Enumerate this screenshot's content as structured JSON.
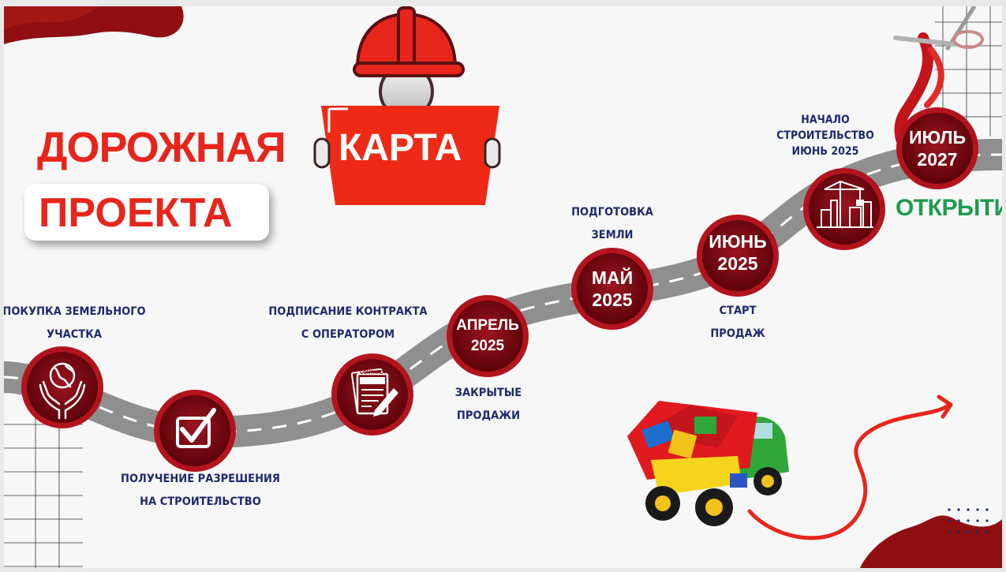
{
  "title": {
    "line1": "ДОРОЖНАЯ",
    "highlight": "КАРТА",
    "line2": "ПРОЕКТА"
  },
  "milestones": {
    "land": {
      "label": [
        "ПОКУПКА ЗЕМЕЛЬНОГО",
        "УЧАСТКА"
      ]
    },
    "permit": {
      "label": [
        "ПОЛУЧЕНИЕ РАЗРЕШЕНИЯ",
        "НА СТРОИТЕЛЬСТВО"
      ]
    },
    "contract": {
      "label": [
        "ПОДПИСАНИЕ КОНТРАКТА",
        "С ОПЕРАТОРОМ"
      ],
      "doc_text": "CONTRACT"
    },
    "closed_sales": {
      "date": [
        "АПРЕЛЬ",
        "2025"
      ],
      "label": [
        "ЗАКРЫТЫЕ",
        "ПРОДАЖИ"
      ]
    },
    "land_prep": {
      "date": [
        "МАЙ",
        "2025"
      ],
      "label": [
        "ПОДГОТОВКА",
        "ЗЕМЛИ"
      ]
    },
    "sales_start": {
      "date": [
        "ИЮНЬ",
        "2025"
      ],
      "label": [
        "СТАРТ",
        "ПРОДАЖ"
      ]
    },
    "construction": {
      "label": [
        "НАЧАЛО",
        "СТРОИТЕЛЬСТВО",
        "ИЮНЬ 2025"
      ]
    },
    "opening": {
      "date": [
        "ИЮЛЬ",
        "2027"
      ],
      "label": "ОТКРЫТИЕ"
    }
  },
  "colors": {
    "brand_red": "#e8251a",
    "circle_dark_red": "#7a0a12",
    "label_navy": "#1d2b6b",
    "road_gray": "#8f8f8f",
    "open_green": "#1f9a4c"
  },
  "icons": [
    "globe-hands-icon",
    "checkbox-icon",
    "contract-pen-icon",
    "crane-buildings-icon",
    "hard-hat-icon",
    "ribbon-scissors-icon",
    "toy-truck-icon",
    "curved-arrow-icon"
  ]
}
